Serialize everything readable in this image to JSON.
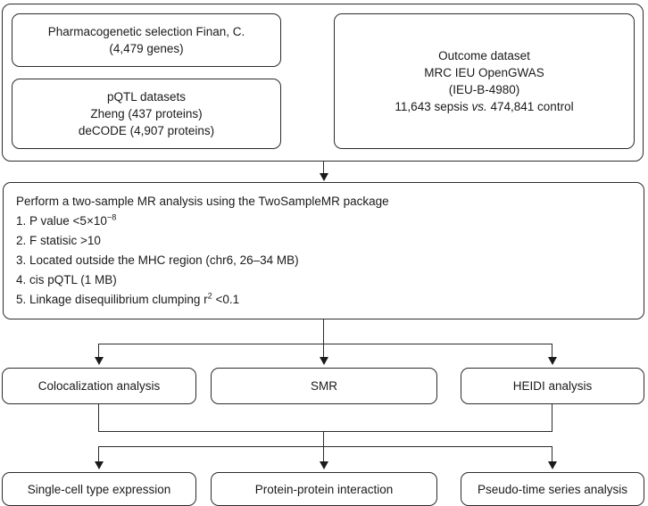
{
  "figure": {
    "type": "flowchart",
    "title": "Mendelian randomization study workflow",
    "orientation": "top-to-bottom"
  },
  "top_panel": {
    "name": "data-sources-group",
    "boxes": [
      {
        "id": "exposure-selection",
        "lines": [
          "Pharmacogenetic selection Finan, C.",
          "(4,479 genes)"
        ]
      },
      {
        "id": "pqtl-datasets",
        "lines": [
          "pQTL datasets",
          "Zheng (437 proteins)",
          "deCODE (4,907 proteins)"
        ]
      },
      {
        "id": "outcome-dataset",
        "lines": [
          "Outcome dataset",
          "MRC IEU OpenGWAS",
          "(IEU-B-4980)"
        ],
        "line_with_italic": {
          "prefix": "11,643 sepsis ",
          "italic": "vs.",
          "suffix": " 474,841 control"
        }
      }
    ]
  },
  "analysis_panel": {
    "id": "mr-analysis-criteria",
    "heading": "Perform a two-sample MR analysis using the TwoSampleMR package",
    "criteria": [
      {
        "num": "1.",
        "text_before": " P value <5×10",
        "sup": "−8",
        "text_after": ""
      },
      {
        "num": "2.",
        "text_before": " F statisic >10",
        "sup": "",
        "text_after": ""
      },
      {
        "num": "3.",
        "text_before": " Located outside the MHC region (chr6, 26–34 MB)",
        "sup": "",
        "text_after": ""
      },
      {
        "num": "4.",
        "text_before": " cis pQTL (1 MB)",
        "sup": "",
        "text_after": ""
      },
      {
        "num": "5.",
        "text_before": " Linkage disequilibrium clumping r",
        "sup": "2",
        "text_after": " <0.1"
      }
    ]
  },
  "methods_row": {
    "name": "colocalization-methods-row",
    "boxes": [
      {
        "id": "colocalization-analysis",
        "label": "Colocalization analysis"
      },
      {
        "id": "smr",
        "label": "SMR"
      },
      {
        "id": "heidi-analysis",
        "label": "HEIDI analysis"
      }
    ]
  },
  "downstream_row": {
    "name": "downstream-analyses-row",
    "boxes": [
      {
        "id": "single-cell-type-expression",
        "label": "Single-cell type expression"
      },
      {
        "id": "protein-protein-interaction",
        "label": "Protein-protein interaction"
      },
      {
        "id": "pseudo-time-series-analysis",
        "label": "Pseudo-time series analysis"
      }
    ]
  },
  "colors": {
    "stroke": "#2b2b2b",
    "text": "#1a1a1a",
    "background": "#ffffff"
  }
}
